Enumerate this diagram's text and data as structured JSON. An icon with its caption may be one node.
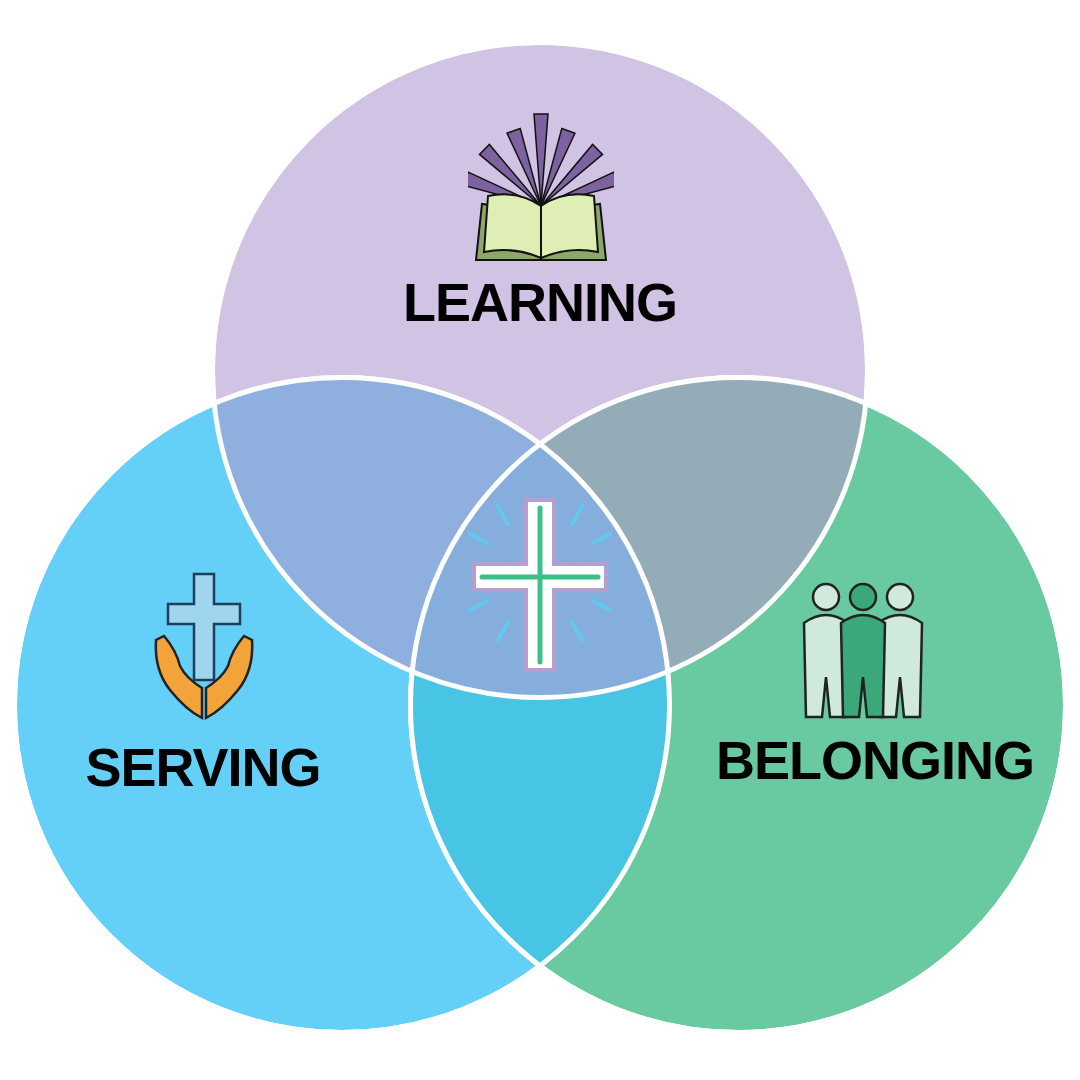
{
  "diagram": {
    "nodes": [
      {
        "text": [
          "LEARNING"
        ]
      },
      {
        "text": [
          "SERVING"
        ]
      },
      {
        "text": [
          "BELONGING"
        ]
      }
    ],
    "edges": []
  }
}
